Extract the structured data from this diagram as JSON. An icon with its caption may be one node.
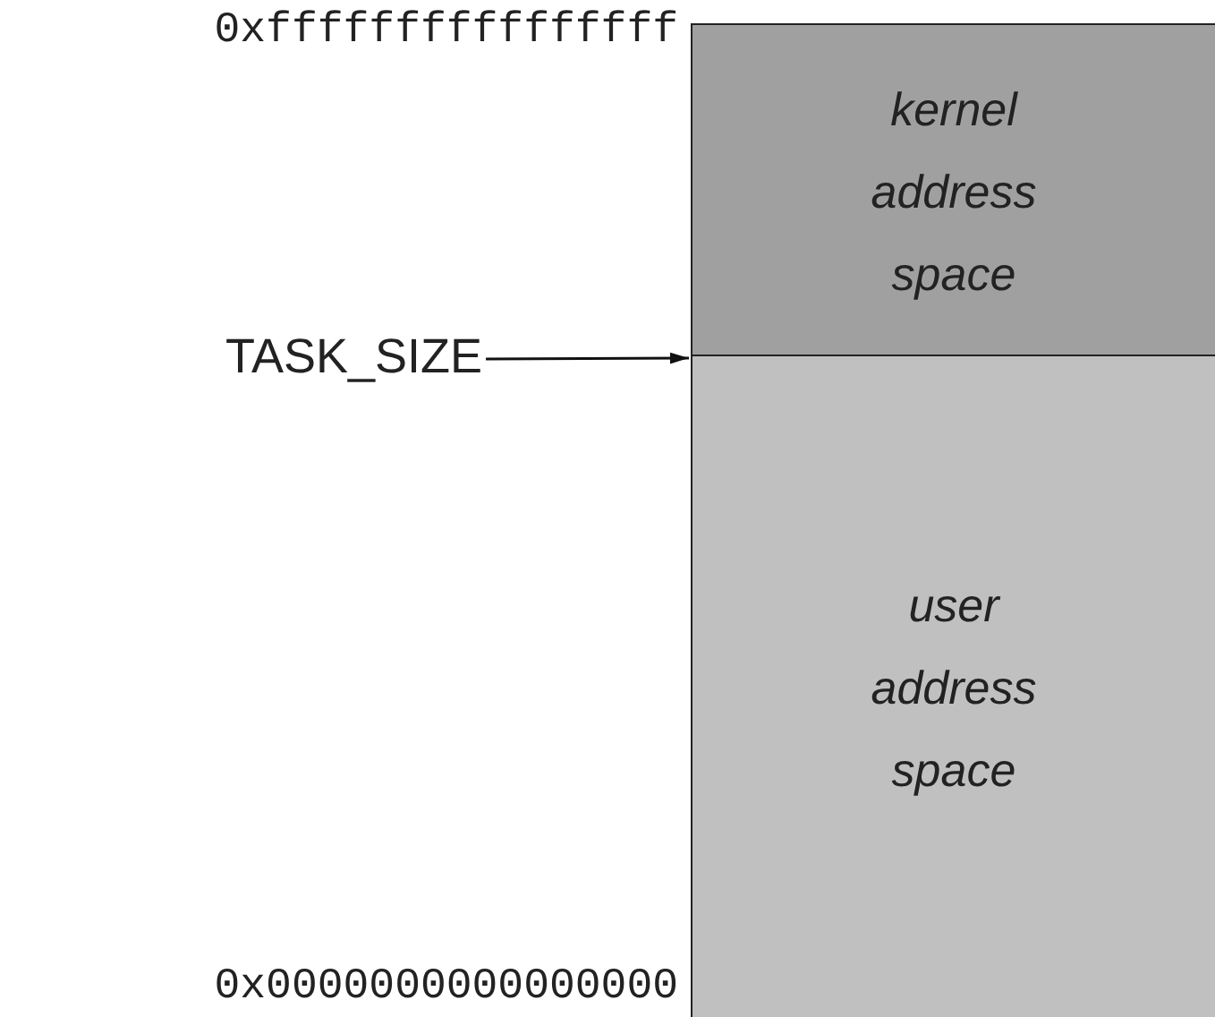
{
  "diagram": {
    "nodes": [
      {
        "text": [
          "kernel address space"
        ]
      },
      {
        "text": [
          "user address space"
        ]
      },
      {
        "text": [
          "TASK_SIZE"
        ]
      }
    ],
    "edges": [
      {
        "from": 2,
        "to": 0,
        "arrow": "to"
      }
    ],
    "labels": [
      "0xffffffffffffffff",
      "0x0000000000000000"
    ]
  }
}
